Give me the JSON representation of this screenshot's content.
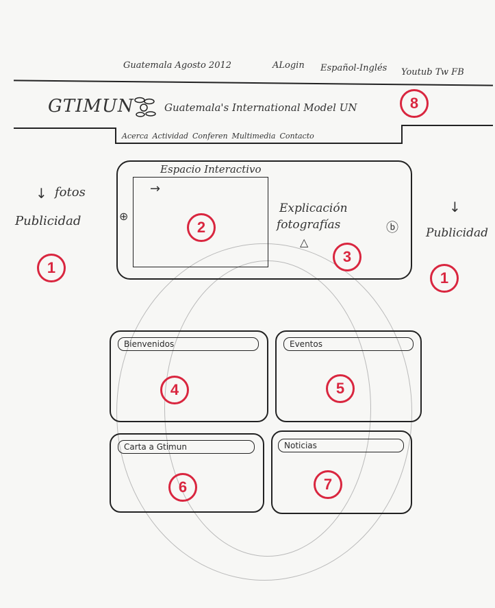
{
  "topbar": {
    "date": "Guatemala Agosto 2012",
    "login": "ALogin",
    "language": "Español-Inglés",
    "social": "Youtub Tw FB"
  },
  "header": {
    "logo": "GTIMUN",
    "subtitle": "Guatemala's International Model UN",
    "badge": "8"
  },
  "nav": {
    "items": [
      "Acerca",
      "Actividad",
      "Conferen",
      "Multimedia",
      "Contacto"
    ]
  },
  "left_column": {
    "fotos": "fotos",
    "publicidad": "Publicidad",
    "badge": "1"
  },
  "right_column": {
    "publicidad": "Publicidad",
    "badge": "1"
  },
  "interactive": {
    "title": "Espacio Interactivo",
    "photo_badge": "2",
    "explanation_line1": "Explicación",
    "explanation_line2": "fotografías",
    "explanation_badge": "3"
  },
  "cards": [
    {
      "label": "Bienvenidos",
      "badge": "4"
    },
    {
      "label": "Eventos",
      "badge": "5"
    },
    {
      "label": "Carta a Gtimun",
      "badge": "6"
    },
    {
      "label": "Noticias",
      "badge": "7"
    }
  ],
  "colors": {
    "annotation_red": "#d9263f",
    "ink": "#222222",
    "paper": "#f7f7f5"
  }
}
